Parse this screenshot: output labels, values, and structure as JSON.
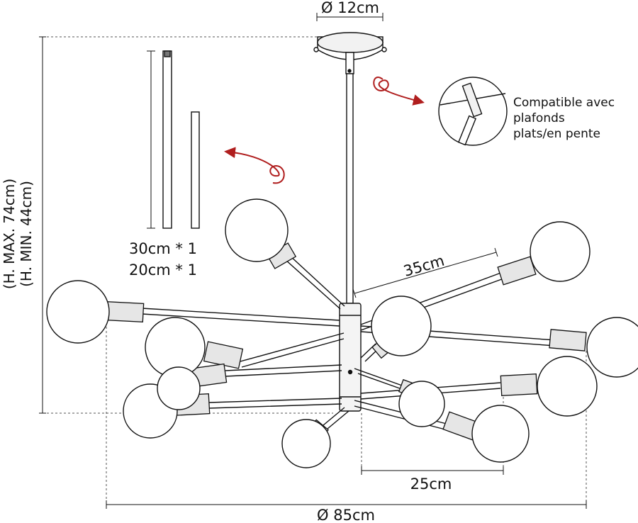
{
  "dimensions": {
    "canopy_diameter": "Ø 12cm",
    "overall_diameter": "Ø 85cm",
    "arm_length": "35cm",
    "inner_width": "25cm",
    "height_max": "(H. MAX. 74cm)",
    "height_min": "(H. MIN. 44cm)"
  },
  "rods": {
    "rod_long": "30cm * 1",
    "rod_short": "20cm * 1"
  },
  "note": {
    "line1": "Compatible avec",
    "line2": "plafonds",
    "line3": "plats/en pente"
  },
  "colors": {
    "line": "#111111",
    "arrow": "#b01e1e",
    "dashed": "#555555"
  },
  "icons": [
    "swivel-arrow-icon",
    "rod-swap-arrow-icon",
    "sloped-ceiling-detail-icon"
  ]
}
